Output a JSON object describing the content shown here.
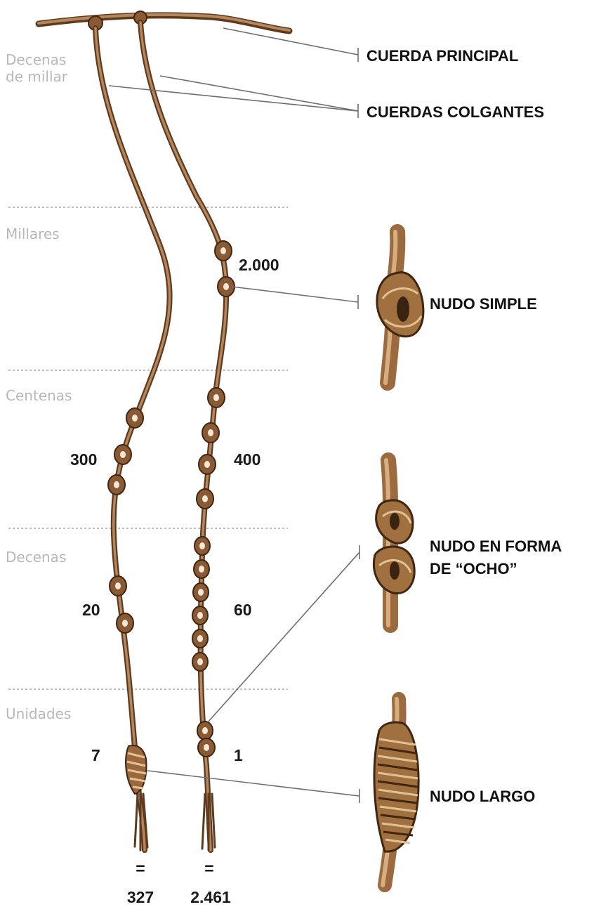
{
  "levels": {
    "ten_thousands": [
      "Decenas",
      "de millar"
    ],
    "thousands": "Millares",
    "hundreds": "Centenas",
    "tens": "Decenas",
    "units": "Unidades"
  },
  "labels": {
    "main_cord": "CUERDA PRINCIPAL",
    "pendant_cords": "CUERDAS COLGANTES",
    "single_knot": "NUDO SIMPLE",
    "figure_eight_knot": [
      "NUDO EN FORMA",
      "DE “OCHO”"
    ],
    "long_knot": "NUDO LARGO"
  },
  "cords": [
    {
      "digits": {
        "thousands": "",
        "hundreds": "300",
        "tens": "20",
        "units": "7"
      },
      "knots": {
        "thousands": 0,
        "hundreds": 3,
        "tens": 2,
        "units_long_turns": 7
      },
      "equals": "=",
      "total": "327"
    },
    {
      "digits": {
        "thousands": "2.000",
        "hundreds": "400",
        "tens": "60",
        "units": "1"
      },
      "knots": {
        "thousands": 2,
        "hundreds": 4,
        "tens": 6,
        "units_figure_eight": 1
      },
      "equals": "=",
      "total": "2.461"
    }
  ],
  "colors": {
    "cord": "#8a5a34",
    "cord_dark": "#5e3b1f",
    "level_text": "#b8b8b8",
    "label_text": "#111111",
    "leader_line": "#6f6f6f"
  }
}
